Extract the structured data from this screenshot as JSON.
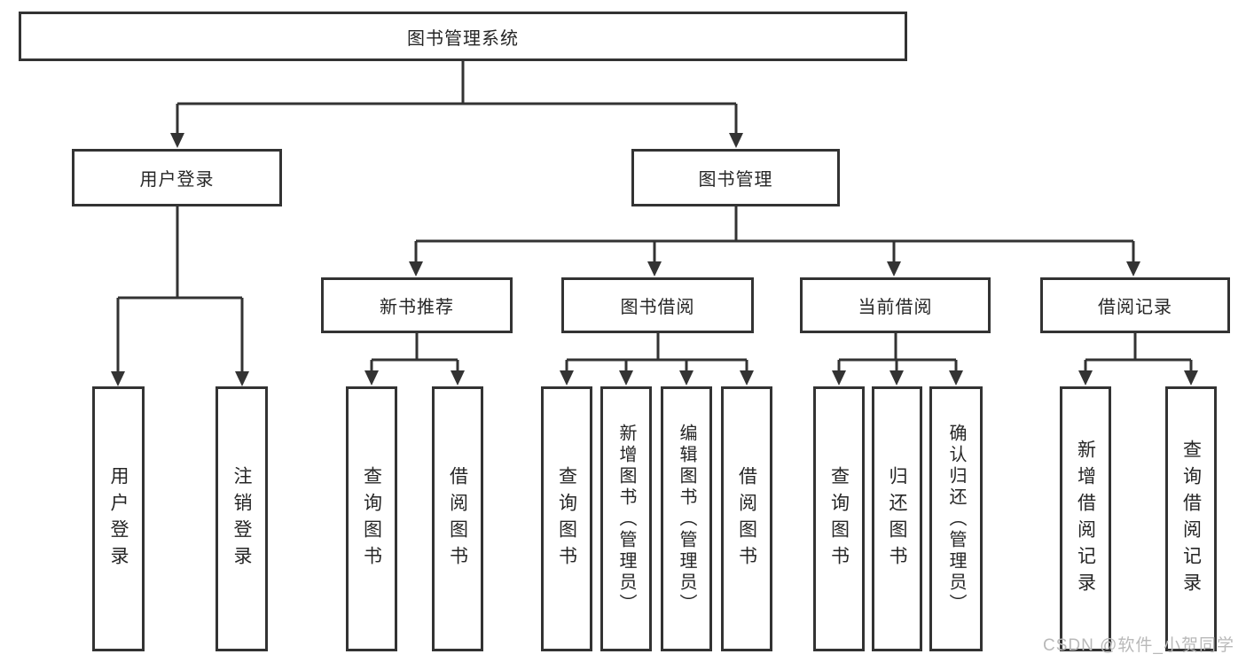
{
  "diagram": {
    "root": {
      "label": "图书管理系统"
    },
    "branches": [
      {
        "label": "用户登录",
        "leaves": [
          "用户登录",
          "注销登录"
        ]
      },
      {
        "label": "图书管理",
        "groups": [
          {
            "label": "新书推荐",
            "leaves": [
              "查询图书",
              "借阅图书"
            ]
          },
          {
            "label": "图书借阅",
            "leaves": [
              "查询图书",
              "新增图书（管理员）",
              "编辑图书（管理员）",
              "借阅图书"
            ]
          },
          {
            "label": "当前借阅",
            "leaves": [
              "查询图书",
              "归还图书",
              "确认归还（管理员）"
            ]
          },
          {
            "label": "借阅记录",
            "leaves": [
              "新增借阅记录",
              "查询借阅记录"
            ]
          }
        ]
      }
    ]
  },
  "watermark": "CSDN @软件_小贺同学",
  "colors": {
    "line": "#333333",
    "text": "#262626",
    "watermark": "#b9b9b9",
    "background": "#ffffff"
  }
}
